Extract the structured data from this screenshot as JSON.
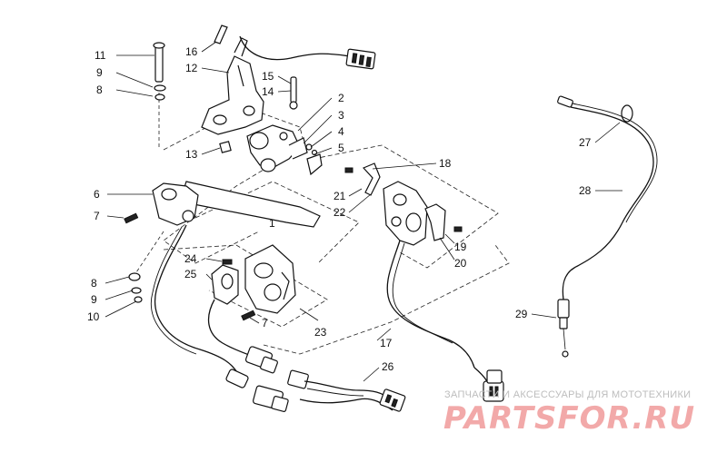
{
  "callouts": {
    "c1": "1",
    "c2": "2",
    "c3": "3",
    "c4": "4",
    "c5": "5",
    "c6": "6",
    "c7a": "7",
    "c7b": "7",
    "c8a": "8",
    "c8b": "8",
    "c9a": "9",
    "c9b": "9",
    "c10": "10",
    "c11": "11",
    "c12": "12",
    "c13": "13",
    "c14": "14",
    "c15": "15",
    "c16": "16",
    "c17": "17",
    "c18": "18",
    "c19": "19",
    "c20": "20",
    "c21": "21",
    "c22": "22",
    "c23": "23",
    "c24": "24",
    "c25": "25",
    "c26": "26",
    "c27": "27",
    "c28": "28",
    "c29": "29"
  },
  "watermark": {
    "tagline": "ЗАПЧАСТИ И АКСЕССУАРЫ ДЛЯ МОТОТЕХНИКИ",
    "logo": "PARTSFOR.RU"
  }
}
